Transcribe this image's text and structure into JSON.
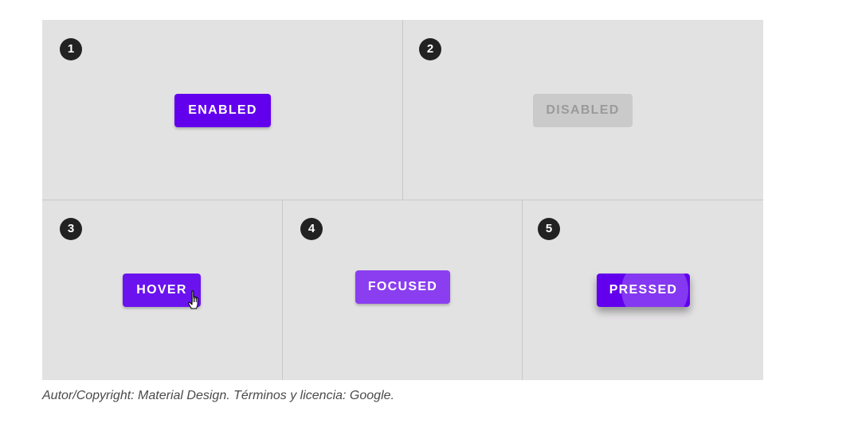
{
  "panels": [
    {
      "number": "1",
      "button_label": "ENABLED",
      "state": "enabled"
    },
    {
      "number": "2",
      "button_label": "DISABLED",
      "state": "disabled"
    },
    {
      "number": "3",
      "button_label": "HOVER",
      "state": "hover"
    },
    {
      "number": "4",
      "button_label": "FOCUSED",
      "state": "focused"
    },
    {
      "number": "5",
      "button_label": "PRESSED",
      "state": "pressed"
    }
  ],
  "caption": "Autor/Copyright: Material Design. Términos y licencia: Google.",
  "colors": {
    "primary": "#6200ee",
    "hover": "#6a13ef",
    "focused": "#8a3ef0",
    "disabled_bg": "#cbcacb",
    "disabled_text": "#9b9a9b",
    "panel_bg": "#e3e2e3",
    "badge_bg": "#222222"
  },
  "icons": {
    "cursor": "hand-pointer-icon"
  }
}
